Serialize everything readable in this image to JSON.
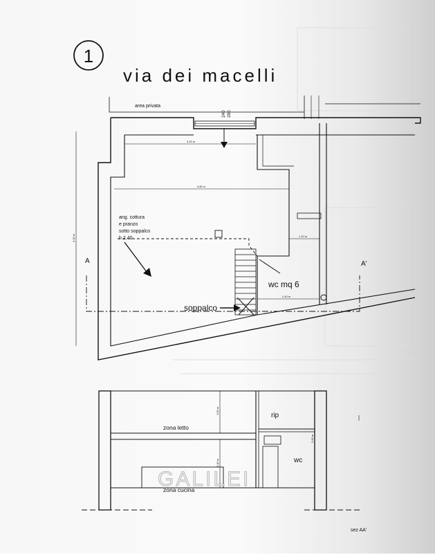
{
  "sheet": {
    "number": "1",
    "street": "via dei macelli"
  },
  "plan": {
    "area_label": "area privata",
    "door_heights": [
      "240",
      "280"
    ],
    "dims": [
      "3.20 m",
      "4.80 m",
      "6.00 m",
      "1.10 m",
      "2.40 m"
    ],
    "kitchen_note": [
      "ang. cottura",
      "e pranzo",
      "sotto soppalco",
      "h 2.40"
    ],
    "section_left": "A",
    "section_right": "A'",
    "wc_label": "wc mq 6",
    "loft_label": "soppalco"
  },
  "section": {
    "rooms": [
      "zona letto",
      "zona cucina",
      "rip",
      "wc"
    ],
    "dims": [
      "1.50 m",
      "2.40 m",
      "2.60 m"
    ],
    "caption": "sez AA'"
  },
  "watermark": "GALILEI"
}
